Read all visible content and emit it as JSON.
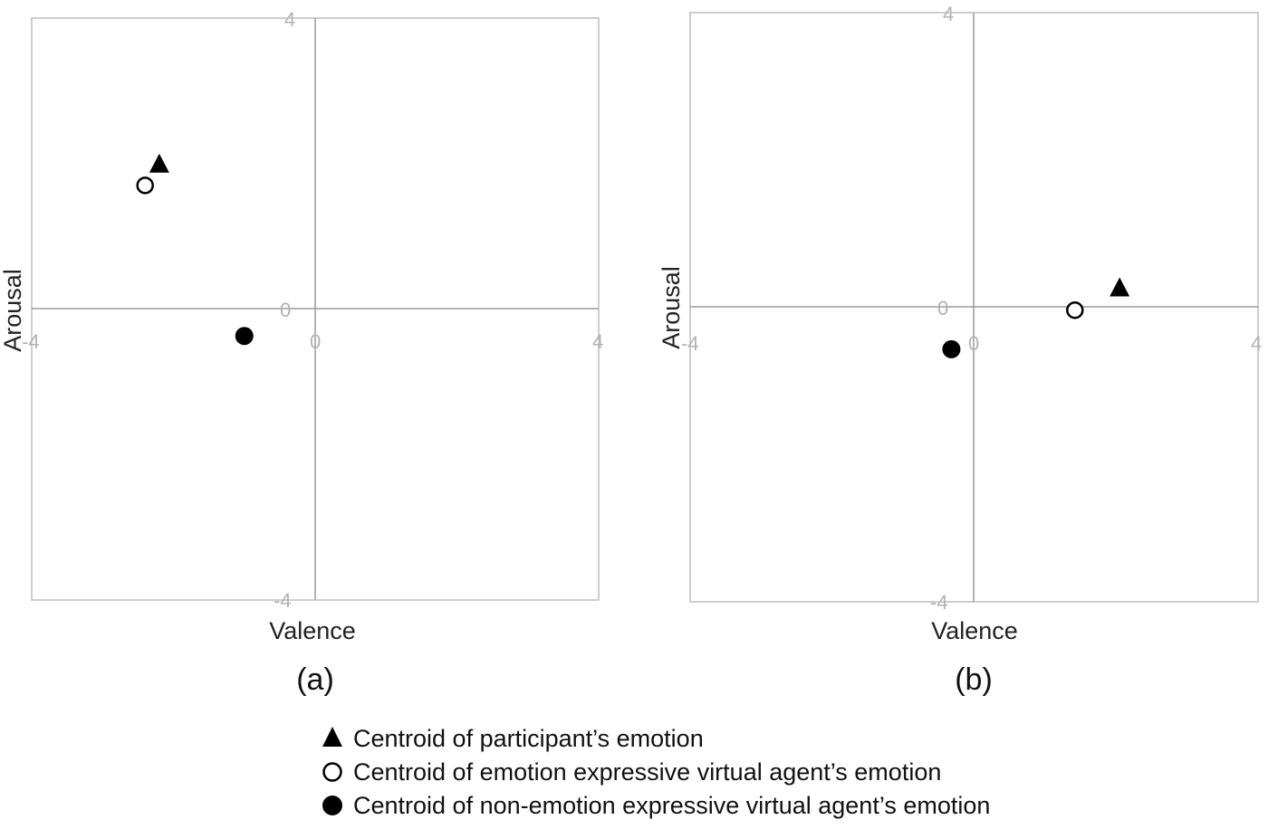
{
  "chart_data": [
    {
      "type": "scatter",
      "panel_label": "(a)",
      "xlabel": "Valence",
      "ylabel": "Arousal",
      "xlim": [
        -4,
        4
      ],
      "ylim": [
        -4,
        4
      ],
      "tick_labels": {
        "x_min": "-4",
        "x_zero": "0",
        "x_max": "4",
        "y_max": "4",
        "y_zero": "0",
        "y_min": "-4"
      },
      "series": [
        {
          "name": "Centroid of participant’s emotion",
          "marker": "filled-triangle",
          "values": [
            {
              "x": -2.2,
              "y": 2.0
            }
          ]
        },
        {
          "name": "Centroid of emotion expressive virtual agent’s emotion",
          "marker": "open-circle",
          "values": [
            {
              "x": -2.4,
              "y": 1.7
            }
          ]
        },
        {
          "name": "Centroid of non-emotion expressive virtual agent’s emotion",
          "marker": "filled-circle",
          "values": [
            {
              "x": -1.0,
              "y": -0.37
            }
          ]
        }
      ]
    },
    {
      "type": "scatter",
      "panel_label": "(b)",
      "xlabel": "Valence",
      "ylabel": "Arousal",
      "xlim": [
        -4,
        4
      ],
      "ylim": [
        -4,
        4
      ],
      "tick_labels": {
        "x_min": "-4",
        "x_zero": "0",
        "x_max": "4",
        "y_max": "4",
        "y_zero": "0",
        "y_min": "-4"
      },
      "series": [
        {
          "name": "Centroid of participant’s emotion",
          "marker": "filled-triangle",
          "values": [
            {
              "x": 2.05,
              "y": 0.27
            }
          ]
        },
        {
          "name": "Centroid of emotion expressive virtual agent’s emotion",
          "marker": "open-circle",
          "values": [
            {
              "x": 1.42,
              "y": -0.04
            }
          ]
        },
        {
          "name": "Centroid of non-emotion expressive virtual agent’s emotion",
          "marker": "filled-circle",
          "values": [
            {
              "x": -0.32,
              "y": -0.57
            }
          ]
        }
      ]
    }
  ],
  "legend": {
    "position": "bottom-center",
    "items": [
      {
        "marker": "filled-triangle",
        "label": "Centroid of participant’s emotion"
      },
      {
        "marker": "open-circle",
        "label": "Centroid of emotion expressive virtual agent’s emotion"
      },
      {
        "marker": "filled-circle",
        "label": "Centroid of non-emotion expressive virtual agent’s emotion"
      }
    ]
  },
  "colors": {
    "axis": "#9a9a9a",
    "frame": "#bdbdbd",
    "marker": "#000000"
  }
}
